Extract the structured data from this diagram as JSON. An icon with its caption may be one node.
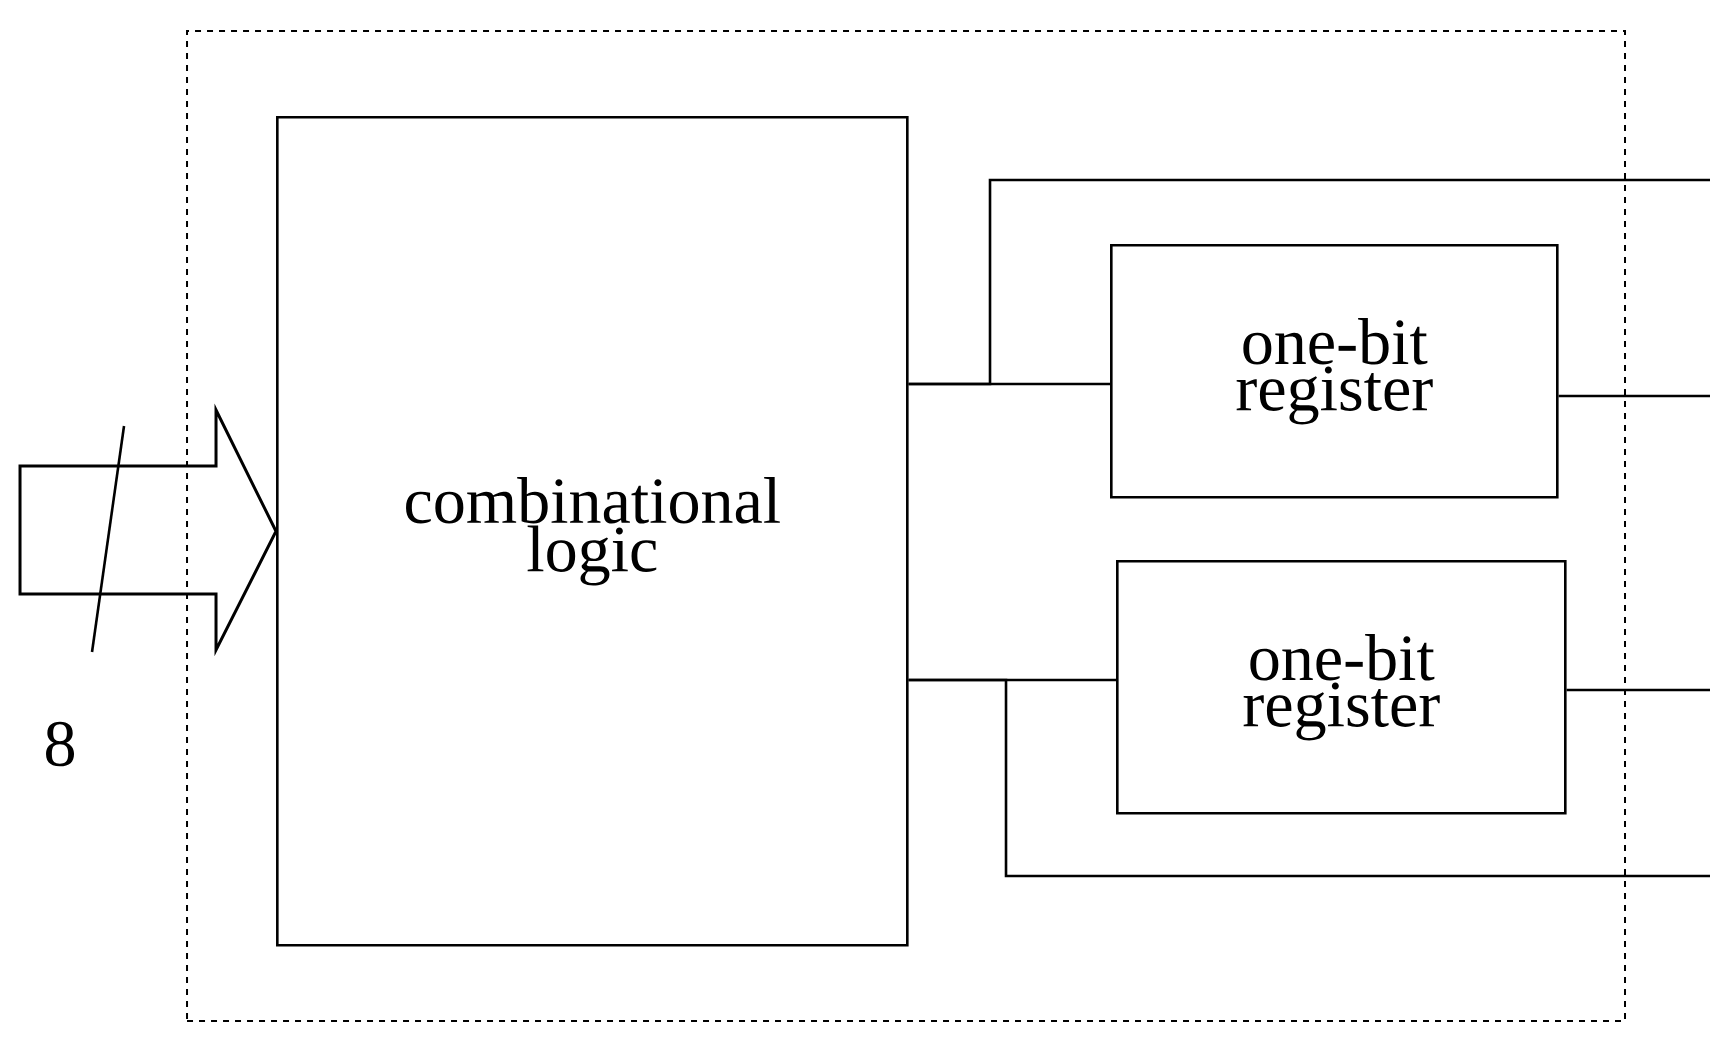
{
  "diagram": {
    "nodes": [
      {
        "text": [],
        "shape": "box"
      },
      {
        "text": [
          "combinational logic"
        ],
        "in": 0
      },
      {
        "text": [
          "one-bit register"
        ],
        "in": 0
      },
      {
        "text": [
          "one-bit register"
        ],
        "in": 0
      }
    ],
    "edges": [
      {
        "from": null,
        "to": 1,
        "arrow": "to",
        "style": "thick",
        "label": "8"
      },
      {
        "from": 1,
        "to": 2,
        "arrow": "none"
      },
      {
        "from": 1,
        "to": null,
        "arrow": "none"
      },
      {
        "from": 2,
        "to": null,
        "arrow": "none"
      },
      {
        "from": 1,
        "to": 3,
        "arrow": "none"
      },
      {
        "from": 1,
        "to": null,
        "arrow": "none"
      },
      {
        "from": 3,
        "to": null,
        "arrow": "none"
      }
    ]
  }
}
